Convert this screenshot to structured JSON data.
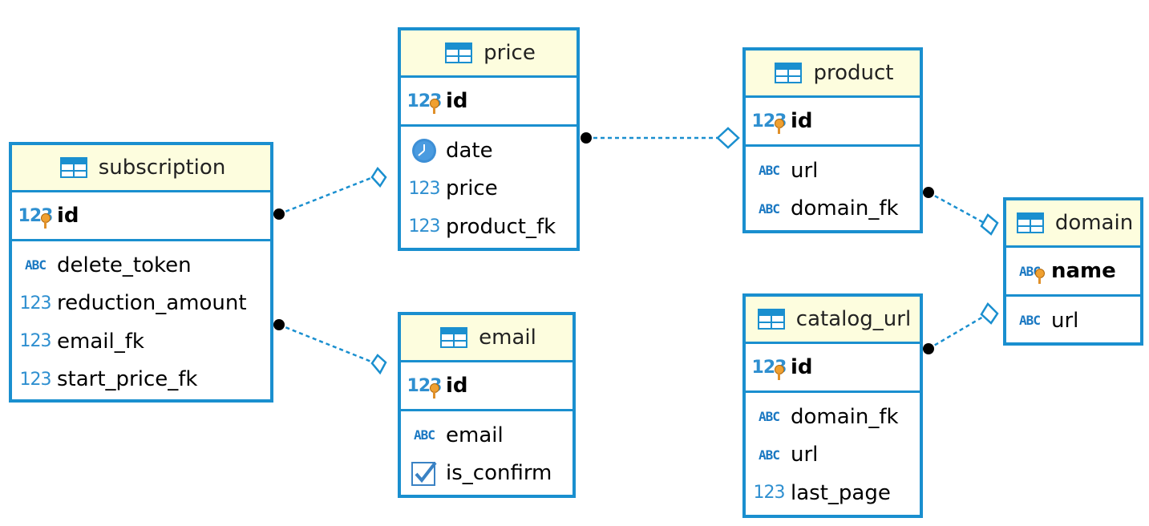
{
  "colors": {
    "border": "#1a8fcf",
    "header_bg": "#fdfdde",
    "link": "#1a8fcf"
  },
  "entities": {
    "subscription": {
      "title": "subscription",
      "pk": {
        "name": "id",
        "icon": "numeric-key-icon"
      },
      "columns": [
        {
          "name": "delete_token",
          "icon": "text-icon"
        },
        {
          "name": "reduction_amount",
          "icon": "numeric-icon"
        },
        {
          "name": "email_fk",
          "icon": "numeric-icon"
        },
        {
          "name": "start_price_fk",
          "icon": "numeric-icon"
        }
      ]
    },
    "price": {
      "title": "price",
      "pk": {
        "name": "id",
        "icon": "numeric-key-icon"
      },
      "columns": [
        {
          "name": "date",
          "icon": "clock-icon"
        },
        {
          "name": "price",
          "icon": "numeric-icon"
        },
        {
          "name": "product_fk",
          "icon": "numeric-icon"
        }
      ]
    },
    "email": {
      "title": "email",
      "pk": {
        "name": "id",
        "icon": "numeric-key-icon"
      },
      "columns": [
        {
          "name": "email",
          "icon": "text-icon"
        },
        {
          "name": "is_confirm",
          "icon": "checkbox-icon"
        }
      ]
    },
    "product": {
      "title": "product",
      "pk": {
        "name": "id",
        "icon": "numeric-key-icon"
      },
      "columns": [
        {
          "name": "url",
          "icon": "text-icon"
        },
        {
          "name": "domain_fk",
          "icon": "text-icon"
        }
      ]
    },
    "catalog_url": {
      "title": "catalog_url",
      "pk": {
        "name": "id",
        "icon": "numeric-key-icon"
      },
      "columns": [
        {
          "name": "domain_fk",
          "icon": "text-icon"
        },
        {
          "name": "url",
          "icon": "text-icon"
        },
        {
          "name": "last_page",
          "icon": "numeric-icon"
        }
      ]
    },
    "domain": {
      "title": "domain",
      "pk": {
        "name": "name",
        "icon": "text-key-icon"
      },
      "columns": [
        {
          "name": "url",
          "icon": "text-icon"
        }
      ]
    }
  }
}
